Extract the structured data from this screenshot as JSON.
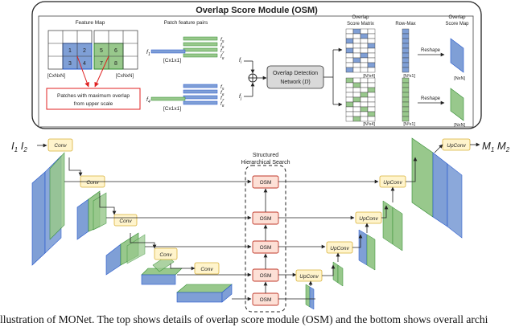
{
  "osm": {
    "title": "Overlap Score Module (OSM)",
    "feature_map_label": "Feature Map",
    "fm_left_cells": [
      "1",
      "2",
      "3",
      "4"
    ],
    "fm_right_cells": [
      "5",
      "6",
      "7",
      "8"
    ],
    "fm_left_dim": "[CxNxN]",
    "fm_right_dim": "[CxNxN]",
    "patch_note_line1": "Patches with maximum overlap",
    "patch_note_line2": "from upper scale",
    "patch_pairs_label": "Patch feature pairs",
    "f_labels_top": [
      "f",
      "f",
      "f",
      "f"
    ],
    "f_subs_top": [
      "5",
      "6",
      "7",
      "8"
    ],
    "f_labels_bot": [
      "f",
      "f",
      "f",
      "f"
    ],
    "f_subs_bot": [
      "5",
      "6",
      "7",
      "8"
    ],
    "f1": "f",
    "f1_sub": "1",
    "f4": "f",
    "f4_sub": "4",
    "vec_dim_top": "[Cx1x1]",
    "vec_dim_bot": "[Cx1x1]",
    "fi": "f",
    "fi_sub": "i",
    "fj": "f",
    "fj_sub": "j",
    "odn_line1": "Overlap Detection",
    "odn_line2": "Network (",
    "odn_symbol": "D",
    "odn_close": ")",
    "score_matrix_line1": "Overlap",
    "score_matrix_line2": "Score Matrix",
    "row_max_label": "Row-Max",
    "score_map_line1": "Overlap",
    "score_map_line2": "Score Map",
    "reshape_top": "Reshape",
    "reshape_bot": "Reshape",
    "dim_matrix_top": "[N²x4]",
    "dim_matrix_bot": "[N²x4]",
    "dim_rowmax_top": "[N²x1]",
    "dim_rowmax_bot": "[N²x1]",
    "dim_map_top": "[NxN]",
    "dim_map_bot": "[NxN]"
  },
  "network": {
    "inputs_label": "I",
    "inputs_sub_1": "1",
    "inputs_sub_2": "2",
    "outputs_label": "M",
    "outputs_sub_1": "1",
    "outputs_sub_2": "2",
    "search_line1": "Structured",
    "search_line2": "Hierarchical Search",
    "conv_labels": [
      "Conv",
      "Conv",
      "Conv",
      "Conv",
      "Conv"
    ],
    "osm_labels": [
      "OSM",
      "OSM",
      "OSM",
      "OSM",
      "OSM"
    ],
    "upconv_labels": [
      "UpConv",
      "UpConv",
      "UpConv",
      "UpConv",
      "UpConv"
    ]
  },
  "caption": "llustration of MONet. The top shows details of overlap score module (OSM) and the bottom shows overall archi",
  "colors": {
    "blue": "#7f9fd6",
    "green": "#98c88c",
    "conv_fill": "#fff4cc",
    "conv_stroke": "#d9b13a",
    "osm_fill": "#fde0d6",
    "osm_stroke": "#c0392b",
    "red": "#e02020"
  }
}
